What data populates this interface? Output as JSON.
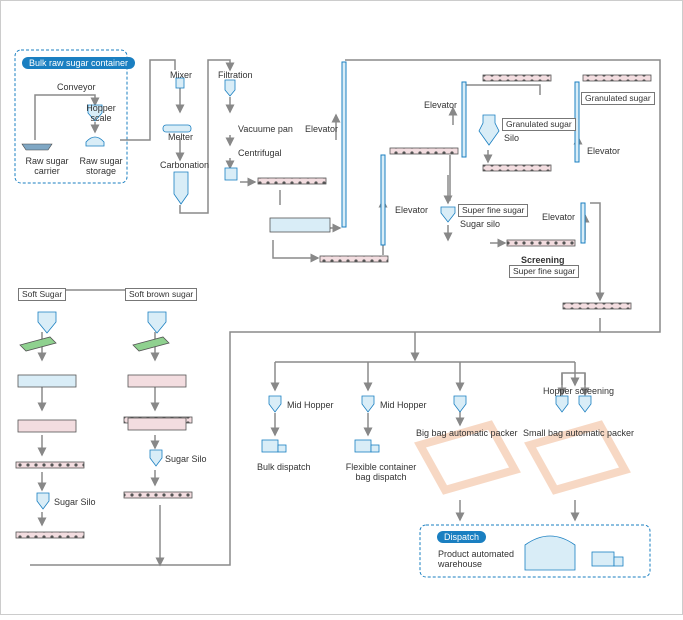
{
  "groups": {
    "bulk_container": "Bulk raw sugar container",
    "dispatch": "Dispatch"
  },
  "labels": {
    "conveyor": "Conveyor",
    "hopper_scale": "Hopper\nscale",
    "raw_sugar_carrier": "Raw sugar\ncarrier",
    "raw_sugar_storage": "Raw sugar\nstorage",
    "mixer": "Mixer",
    "melter": "Melter",
    "carbonation": "Carbonation",
    "filtration": "Filtration",
    "vacuum_pan": "Vacuume pan",
    "centrifugal": "Centrifugal",
    "elevator_1": "Elevator",
    "elevator_2": "Elevator",
    "elevator_3": "Elevator",
    "elevator_4": "Elevator",
    "elevator_5": "Elevator",
    "granulated_sugar_silo_a": "Granulated sugar",
    "granulated_sugar_silo_b": "Silo",
    "granulated_sugar": "Granulated sugar",
    "super_fine_sugar_silo_a": "Super fine sugar",
    "super_fine_sugar_silo_b": "Sugar silo",
    "screening": "Screening",
    "super_fine_sugar": "Super fine sugar",
    "soft_sugar": "Soft Sugar",
    "soft_brown_sugar": "Soft brown sugar",
    "sugar_silo_1": "Sugar Silo",
    "sugar_silo_2": "Sugar Silo",
    "mid_hopper_1": "Mid Hopper",
    "mid_hopper_2": "Mid Hopper",
    "bulk_dispatch": "Bulk dispatch",
    "flexible_container": "Flexible container\nbag dispatch",
    "big_bag_packer": "Big bag automatic packer",
    "hopper_screening": "Hopper screening",
    "small_bag_packer": "Small bag automatic packer",
    "product_warehouse": "Product automated\nwarehouse"
  },
  "colors": {
    "accent": "#1a7fc1",
    "conveyor_fill": "#f3dde0",
    "equipment_fill": "#d9edf7",
    "packer_fill": "#f7d8c4",
    "line": "#8a8a8a"
  }
}
